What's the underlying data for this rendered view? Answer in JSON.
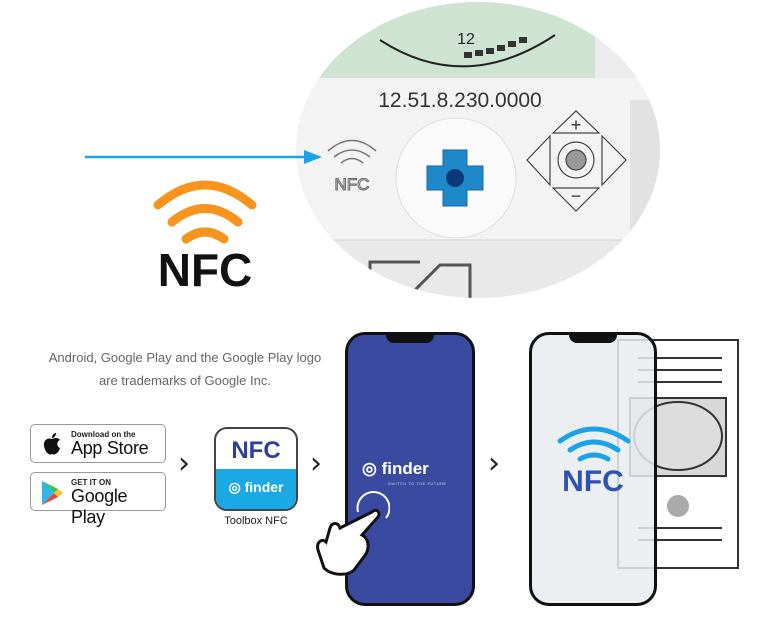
{
  "device": {
    "model_number": "12.51.8.230.0000",
    "dial_number": "12",
    "nfc_marking": "NFC"
  },
  "nfc_logo": {
    "text": "NFC",
    "color": "#f7941d"
  },
  "trademark_notice": {
    "line1": "Android, Google Play and the Google Play logo",
    "line2": "are trademarks of Google Inc."
  },
  "app_store_badge": {
    "small": "Download on the",
    "big": "App Store"
  },
  "google_play_badge": {
    "small": "GET IT ON",
    "big": "Google Play"
  },
  "app_icon": {
    "nfc_text": "NFC",
    "brand": "finder",
    "label": "Toolbox NFC"
  },
  "phone_splash": {
    "brand": "finder",
    "tagline": "SWITCH TO THE FUTURE",
    "color": "#3a4aa0"
  },
  "phone_nfc": {
    "text": "NFC",
    "color": "#2f51b5"
  },
  "arrow_color": "#1aa3e8",
  "step_separator": "›"
}
